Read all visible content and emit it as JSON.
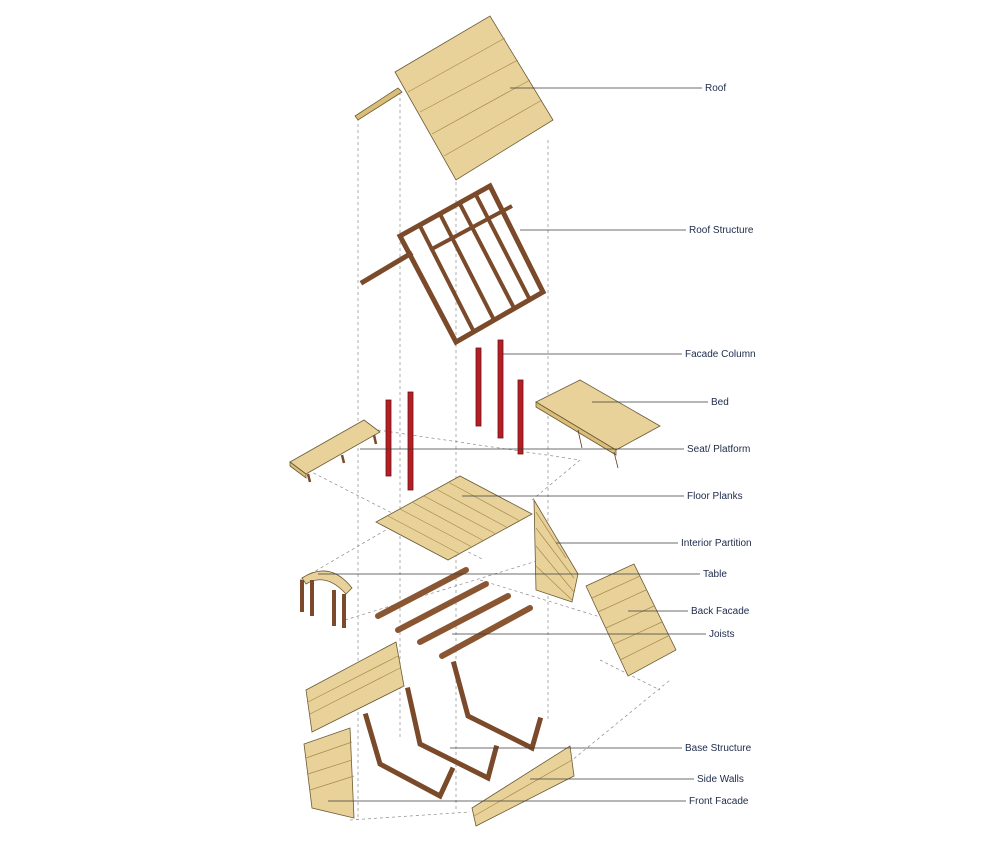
{
  "labels": {
    "roof": "Roof",
    "roof_structure": "Roof Structure",
    "facade_column": "Facade Column",
    "bed": "Bed",
    "seat_platform": "Seat/ Platform",
    "floor_planks": "Floor Planks",
    "interior_partition": "Interior Partition",
    "table": "Table",
    "back_facade": "Back Facade",
    "joists": "Joists",
    "base_structure": "Base Structure",
    "side_walls": "Side Walls",
    "front_facade": "Front Facade"
  },
  "colors": {
    "wood": "#e8d29a",
    "frame": "#7a4a2a",
    "column": "#b51f24",
    "label_text": "#1d2a4a"
  }
}
